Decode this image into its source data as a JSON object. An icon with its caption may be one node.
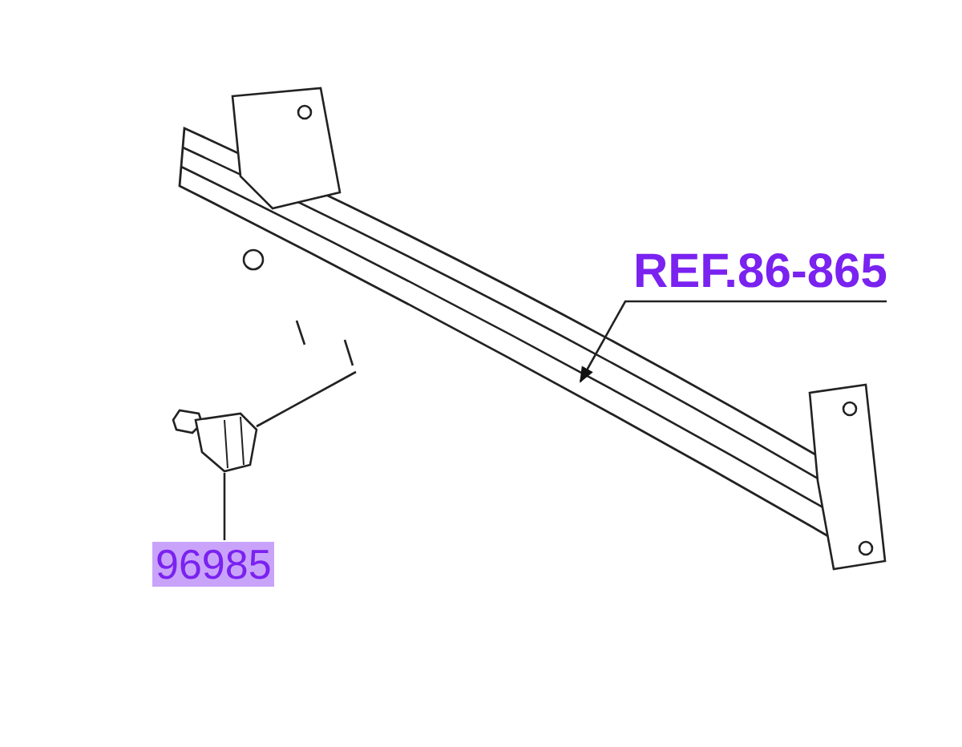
{
  "diagram": {
    "nodes": [
      {
        "text": [],
        "shape": "picture"
      },
      {
        "text": [],
        "shape": "picture"
      },
      {
        "text": [
          "REF.86-865"
        ]
      },
      {
        "text": [
          "96985"
        ]
      }
    ],
    "edges": [
      {
        "from": 2,
        "to": 0,
        "arrow": "to"
      },
      {
        "from": 3,
        "to": 1,
        "arrow": "none"
      },
      {
        "from": 1,
        "to": 0,
        "arrow": "none"
      }
    ]
  }
}
